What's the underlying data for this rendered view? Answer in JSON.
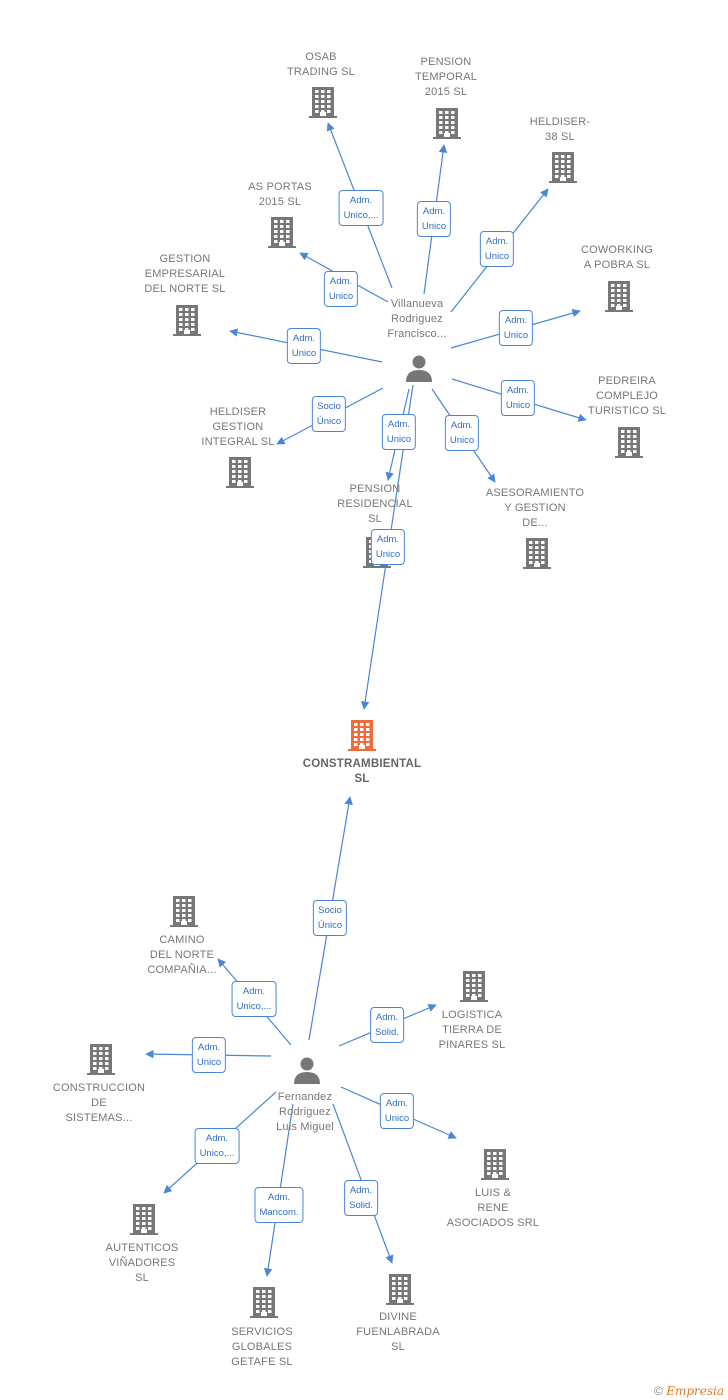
{
  "colors": {
    "edge": "#4a86d6",
    "building": "#777777",
    "focus": "#f26b3a",
    "person": "#777777"
  },
  "nodes": [
    {
      "id": "main",
      "type": "company",
      "focus": true,
      "label": "CONSTRAMBIENTAL\nSL"
    },
    {
      "id": "p1",
      "type": "person",
      "label": "Villanueva\nRodriguez\nFrancisco..."
    },
    {
      "id": "p2",
      "type": "person",
      "label": "Fernandez\nRodriguez\nLuis Miguel"
    },
    {
      "id": "osab",
      "type": "company",
      "label": "OSAB\nTRADING  SL"
    },
    {
      "id": "pension_t",
      "type": "company",
      "label": "PENSION\nTEMPORAL\n2015  SL"
    },
    {
      "id": "heldiser38",
      "type": "company",
      "label": "HELDISER-\n38  SL"
    },
    {
      "id": "asportas",
      "type": "company",
      "label": "AS PORTAS\n2015  SL"
    },
    {
      "id": "cowork",
      "type": "company",
      "label": "COWORKING\nA POBRA  SL"
    },
    {
      "id": "gestion",
      "type": "company",
      "label": "GESTION\nEMPRESARIAL\nDEL NORTE  SL"
    },
    {
      "id": "pedreira",
      "type": "company",
      "label": "PEDREIRA\nCOMPLEJO\nTURISTICO  SL"
    },
    {
      "id": "heldiser_g",
      "type": "company",
      "label": "HELDISER\nGESTION\nINTEGRAL SL"
    },
    {
      "id": "pension_r",
      "type": "company",
      "label": "PENSION\nRESIDENCIAL\nSL"
    },
    {
      "id": "asesor",
      "type": "company",
      "label": "ASESORAMIENTO\nY GESTION\nDE..."
    },
    {
      "id": "camino",
      "type": "company",
      "label": "CAMINO\nDEL NORTE\nCOMPAÑIA..."
    },
    {
      "id": "logistica",
      "type": "company",
      "label": "LOGISTICA\nTIERRA DE\nPINARES  SL"
    },
    {
      "id": "construccion",
      "type": "company",
      "label": "CONSTRUCCION\nDE\nSISTEMAS..."
    },
    {
      "id": "luis",
      "type": "company",
      "label": "LUIS &\nRENE\nASOCIADOS SRL"
    },
    {
      "id": "autenticos",
      "type": "company",
      "label": "AUTENTICOS\nVIÑADORES\nSL"
    },
    {
      "id": "divine",
      "type": "company",
      "label": "DIVINE\nFUENLABRADA\nSL"
    },
    {
      "id": "servicios",
      "type": "company",
      "label": "SERVICIOS\nGLOBALES\nGETAFE  SL"
    }
  ],
  "edges": [
    {
      "from": "p1",
      "to": "osab",
      "label": "Adm.\nUnico,..."
    },
    {
      "from": "p1",
      "to": "pension_t",
      "label": "Adm.\nUnico"
    },
    {
      "from": "p1",
      "to": "heldiser38",
      "label": "Adm.\nUnico"
    },
    {
      "from": "p1",
      "to": "asportas",
      "label": "Adm.\nUnico"
    },
    {
      "from": "p1",
      "to": "cowork",
      "label": "Adm.\nUnico"
    },
    {
      "from": "p1",
      "to": "gestion",
      "label": "Adm.\nUnico"
    },
    {
      "from": "p1",
      "to": "pedreira",
      "label": "Adm.\nUnico"
    },
    {
      "from": "p1",
      "to": "heldiser_g",
      "label": "Socio\nÚnico"
    },
    {
      "from": "p1",
      "to": "pension_r",
      "label": "Adm.\nUnico"
    },
    {
      "from": "p1",
      "to": "asesor",
      "label": "Adm.\nUnico"
    },
    {
      "from": "p1",
      "to": "main",
      "label": "Adm.\nUnico"
    },
    {
      "from": "p2",
      "to": "main",
      "label": "Socio\nÚnico"
    },
    {
      "from": "p2",
      "to": "camino",
      "label": "Adm.\nUnico,..."
    },
    {
      "from": "p2",
      "to": "logistica",
      "label": "Adm.\nSolid."
    },
    {
      "from": "p2",
      "to": "construccion",
      "label": "Adm.\nUnico"
    },
    {
      "from": "p2",
      "to": "luis",
      "label": "Adm.\nUnico"
    },
    {
      "from": "p2",
      "to": "autenticos",
      "label": "Adm.\nUnico,..."
    },
    {
      "from": "p2",
      "to": "servicios",
      "label": "Adm.\nMancom."
    },
    {
      "from": "p2",
      "to": "divine",
      "label": "Adm.\nSolid."
    }
  ],
  "footer": {
    "copyright": "©",
    "brand": "Empresia"
  }
}
